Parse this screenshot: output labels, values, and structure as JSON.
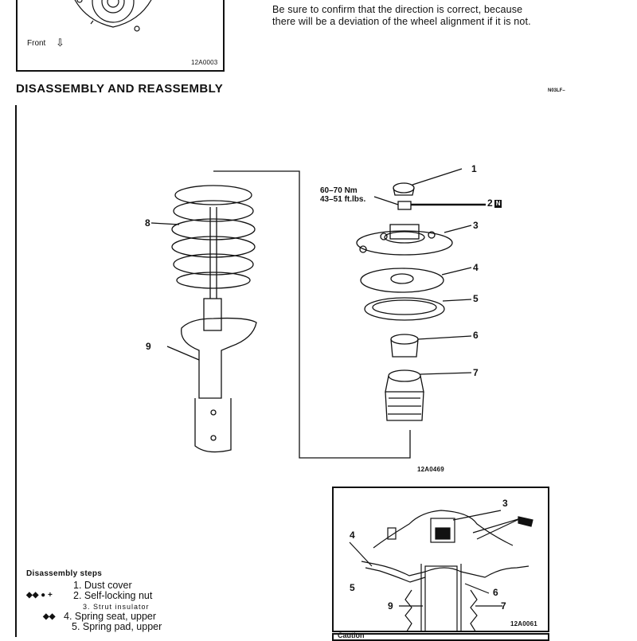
{
  "top_figure": {
    "front_label": "Front",
    "front_arrow": "⇩",
    "figure_id": "12A0003"
  },
  "note": {
    "line1": "Be sure to confirm that the direction is correct, because",
    "line2": "there will be a deviation of the wheel alignment if it is not."
  },
  "section": {
    "title": "DISASSEMBLY AND REASSEMBLY",
    "code": "N03LF–"
  },
  "main_diagram": {
    "figure_id": "12A0469",
    "torque_line1": "60–70 Nm",
    "torque_line2": "43–51 ft.lbs.",
    "badge": "N",
    "callouts": [
      "1",
      "2",
      "3",
      "4",
      "5",
      "6",
      "7",
      "8",
      "9"
    ]
  },
  "detail_diagram": {
    "figure_id": "12A0061",
    "callouts": [
      "3",
      "4",
      "5",
      "6",
      "9",
      "7"
    ]
  },
  "caution": {
    "label": "Caution"
  },
  "steps": {
    "title": "Disassembly  steps",
    "items": [
      {
        "marker": "",
        "text": "1. Dust cover"
      },
      {
        "marker": "◆◆  ●  +",
        "text": "2. Self-locking nut"
      },
      {
        "marker": "",
        "text": "3. Strut insulator"
      },
      {
        "marker": "◆◆",
        "text": "4. Spring seat, upper"
      },
      {
        "marker": "",
        "text": "5. Spring pad, upper"
      }
    ]
  },
  "colors": {
    "ink": "#111111",
    "paper": "#ffffff"
  }
}
